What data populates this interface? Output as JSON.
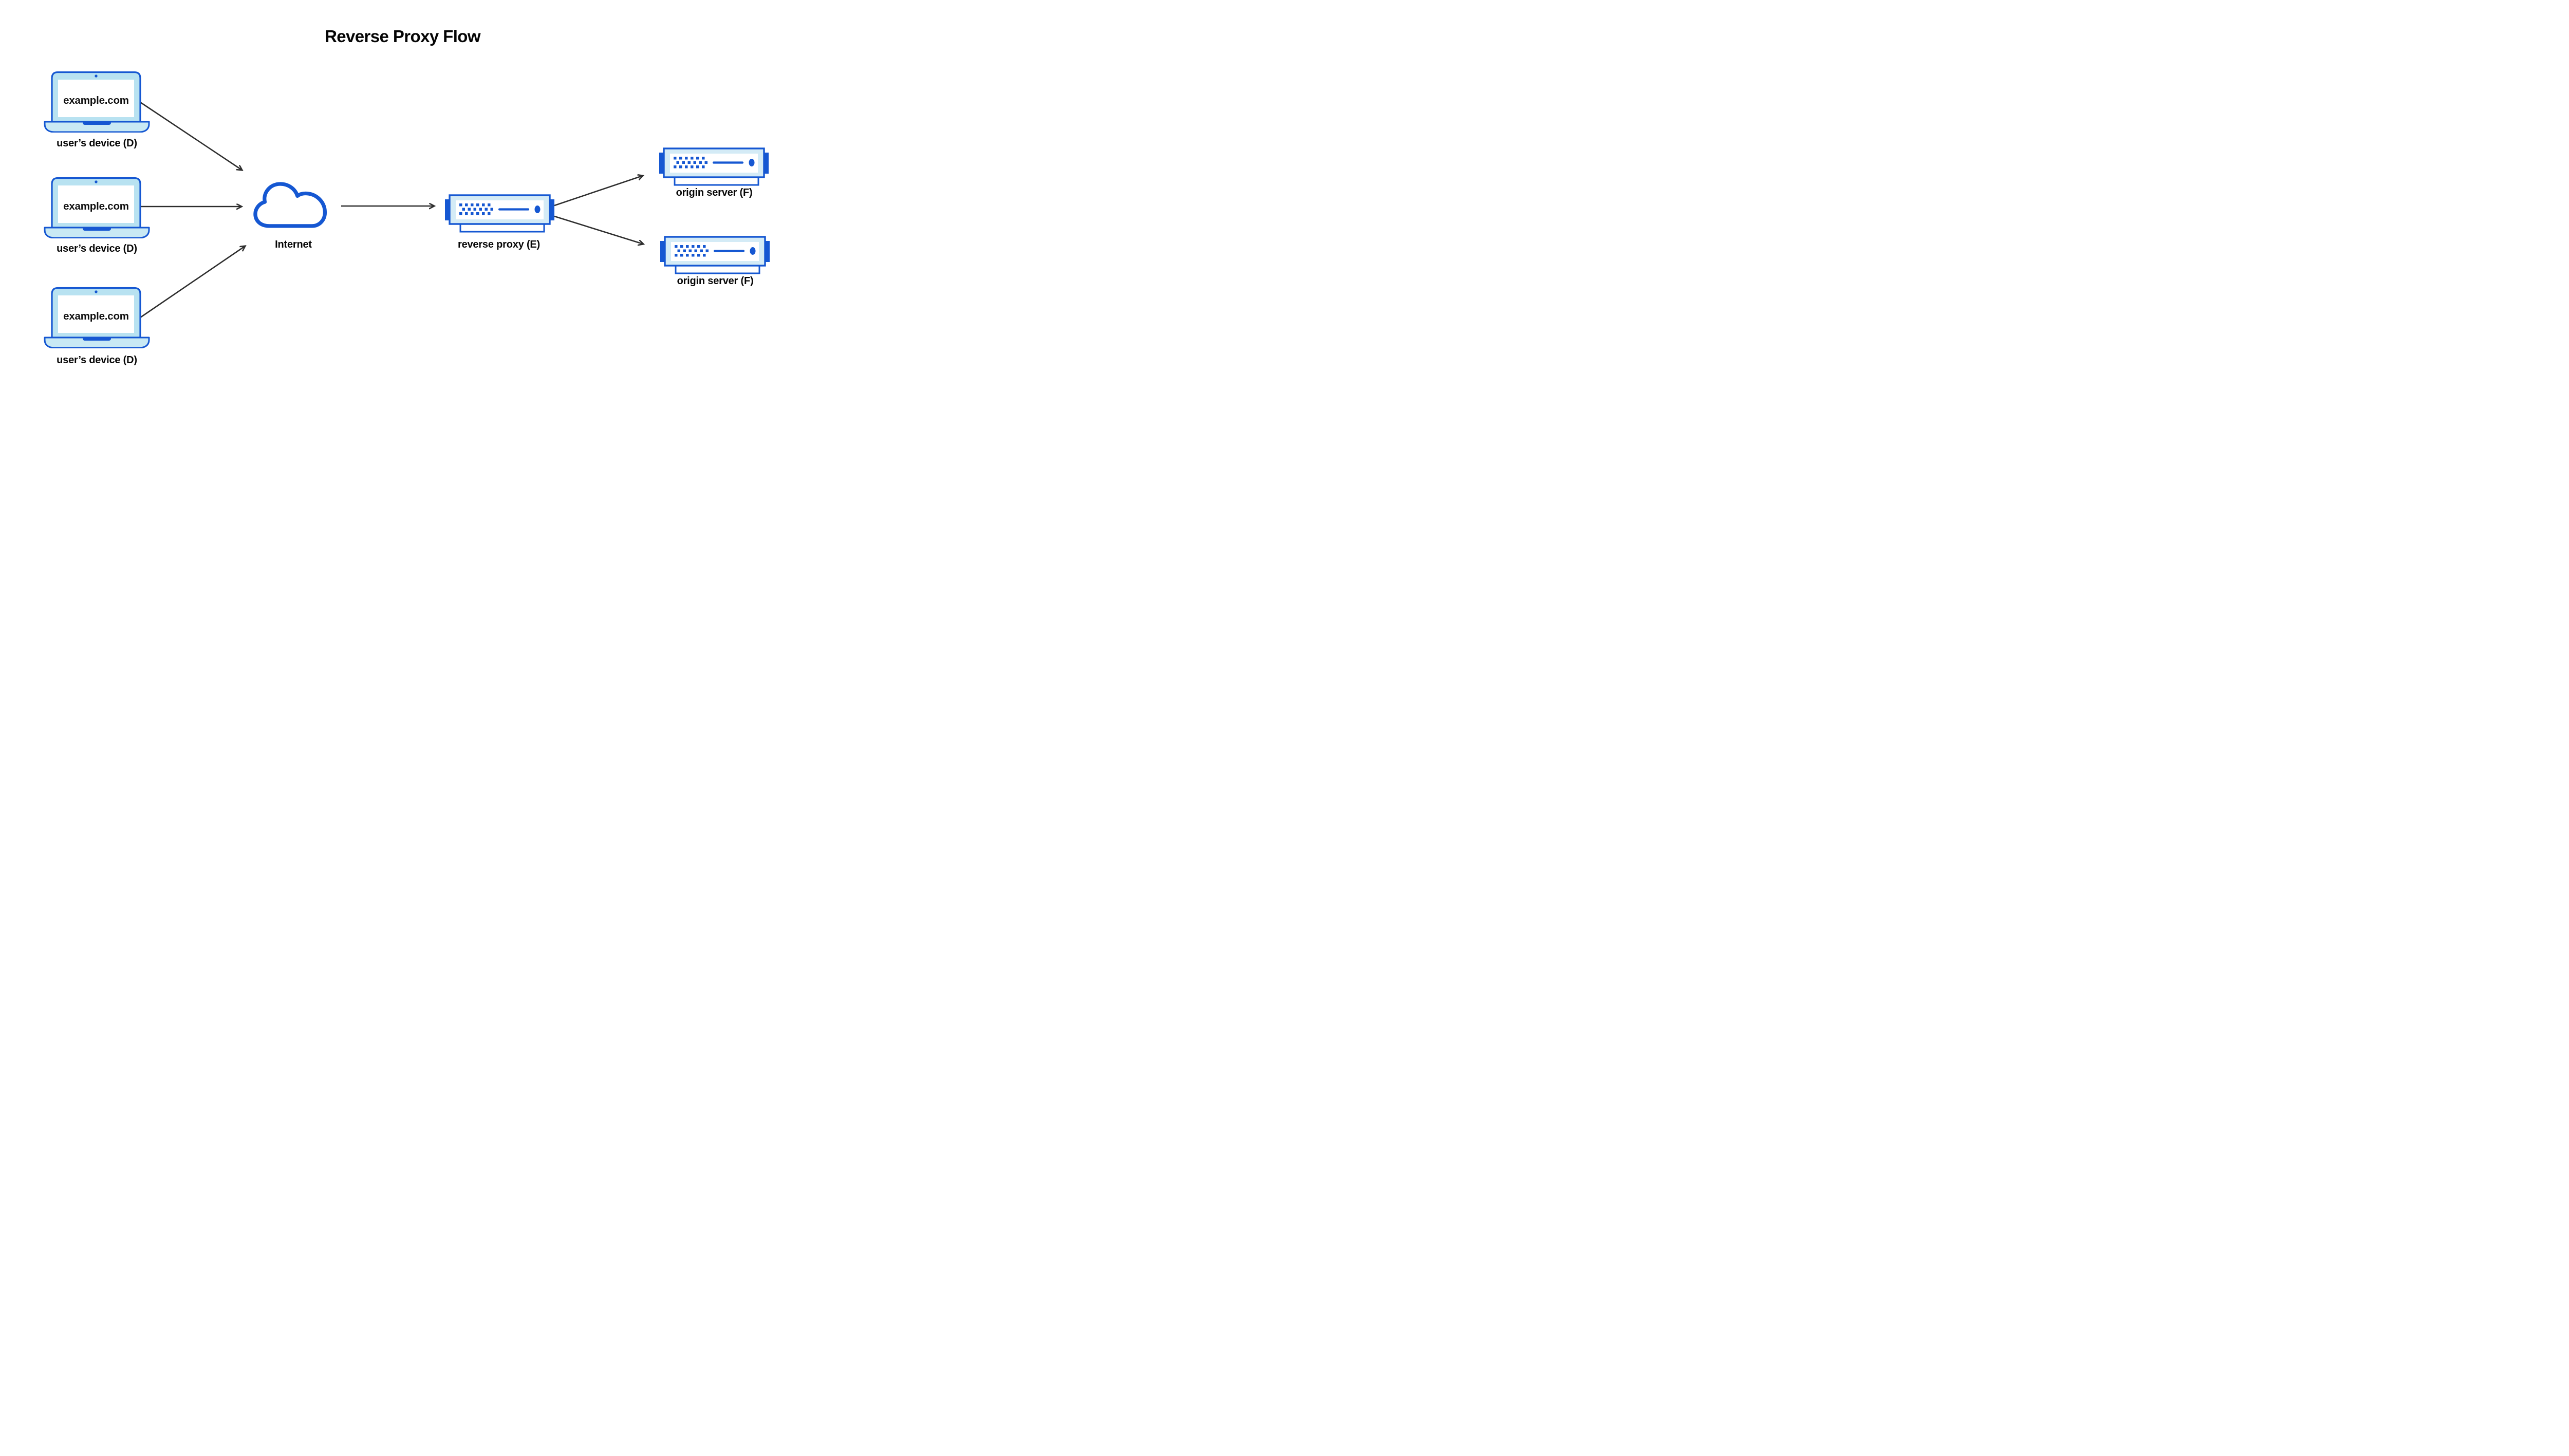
{
  "title": "Reverse Proxy Flow",
  "colors": {
    "blue": "#1557D2",
    "lid_light_blue": "#B8E2F1",
    "base_light_blue": "#C9E9F4",
    "server_bezel_blue": "#D4EBF6",
    "arrow_color": "#2E2E2E",
    "text_color": "#060606",
    "background": "#FFFFFF"
  },
  "nodes": {
    "devices": [
      {
        "id": "user-device-1",
        "screen_text": "example.com",
        "label": "user’s device (D)"
      },
      {
        "id": "user-device-2",
        "screen_text": "example.com",
        "label": "user’s device (D)"
      },
      {
        "id": "user-device-3",
        "screen_text": "example.com",
        "label": "user’s device (D)"
      }
    ],
    "internet": {
      "id": "internet",
      "label": "Internet"
    },
    "reverse_proxy": {
      "id": "reverse-proxy",
      "label": "reverse proxy (E)"
    },
    "origin_servers": [
      {
        "id": "origin-server-1",
        "label": "origin server (F)"
      },
      {
        "id": "origin-server-2",
        "label": "origin server (F)"
      }
    ]
  },
  "connections": [
    {
      "from": "user-device-1",
      "to": "internet"
    },
    {
      "from": "user-device-2",
      "to": "internet"
    },
    {
      "from": "user-device-3",
      "to": "internet"
    },
    {
      "from": "internet",
      "to": "reverse-proxy"
    },
    {
      "from": "reverse-proxy",
      "to": "origin-server-1"
    },
    {
      "from": "reverse-proxy",
      "to": "origin-server-2"
    }
  ],
  "icons": {
    "device": "laptop-icon",
    "internet": "cloud-icon",
    "reverse_proxy": "server-icon",
    "origin_server": "server-icon"
  }
}
